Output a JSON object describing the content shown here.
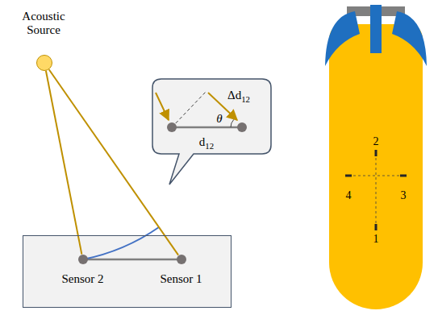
{
  "diagram": {
    "nodes": [
      {
        "text": [
          "Acoustic Source"
        ]
      },
      {
        "text": [
          "Δd12",
          "θ",
          "d12"
        ]
      },
      {
        "text": []
      },
      {
        "text": [
          "Sensor 2"
        ],
        "in": 2
      },
      {
        "text": [
          "Sensor 1"
        ],
        "in": 2
      }
    ],
    "edges": [
      {
        "from": 0,
        "to": 3,
        "arrow": "none"
      },
      {
        "from": 0,
        "to": 4,
        "arrow": "none"
      }
    ],
    "labels": [
      "2",
      "4",
      "3",
      "1"
    ]
  }
}
